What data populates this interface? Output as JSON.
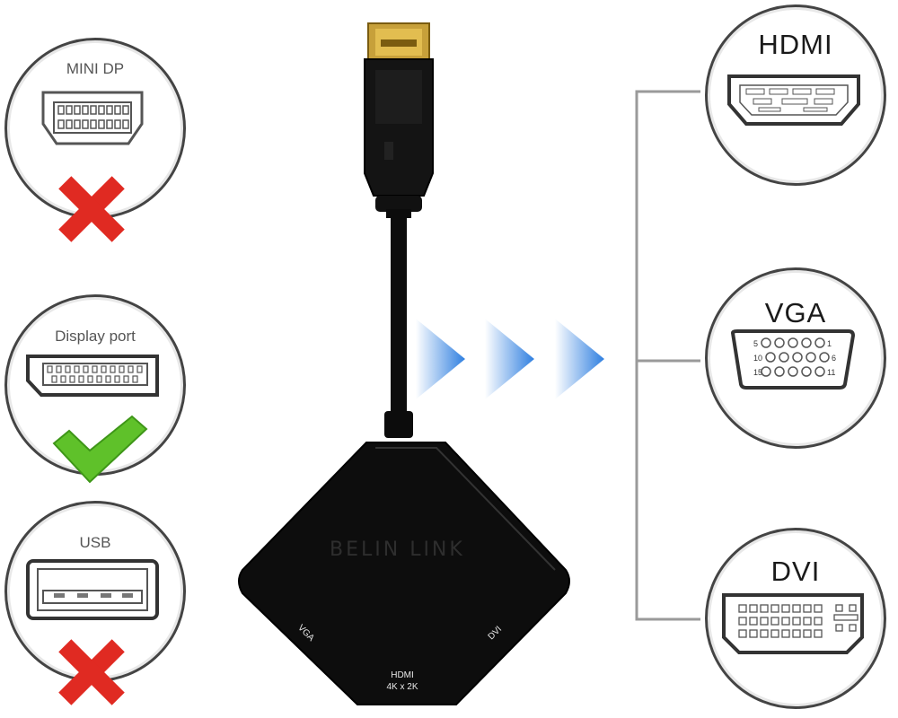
{
  "inputs": [
    {
      "label": "MINI DP",
      "status": "unsupported",
      "status_icon": "red-x-icon"
    },
    {
      "label": "Display port",
      "status": "supported",
      "status_icon": "green-check-icon"
    },
    {
      "label": "USB",
      "status": "unsupported",
      "status_icon": "red-x-icon"
    }
  ],
  "outputs": [
    {
      "label": "HDMI"
    },
    {
      "label": "VGA",
      "pin_numbers": [
        "5",
        "1",
        "10",
        "6",
        "15",
        "11"
      ]
    },
    {
      "label": "DVI"
    }
  ],
  "adapter": {
    "brand": "BELIN LINK",
    "port_vga": "VGA",
    "port_dvi": "DVI",
    "port_hdmi": "HDMI",
    "port_hdmi_res": "4K x 2K"
  },
  "colors": {
    "x_red": "#e02a22",
    "check_green": "#5fc12a",
    "arrow_blue": "#2f7fe0",
    "circle_border": "#444444",
    "bracket_gray": "#9a9a9a"
  }
}
